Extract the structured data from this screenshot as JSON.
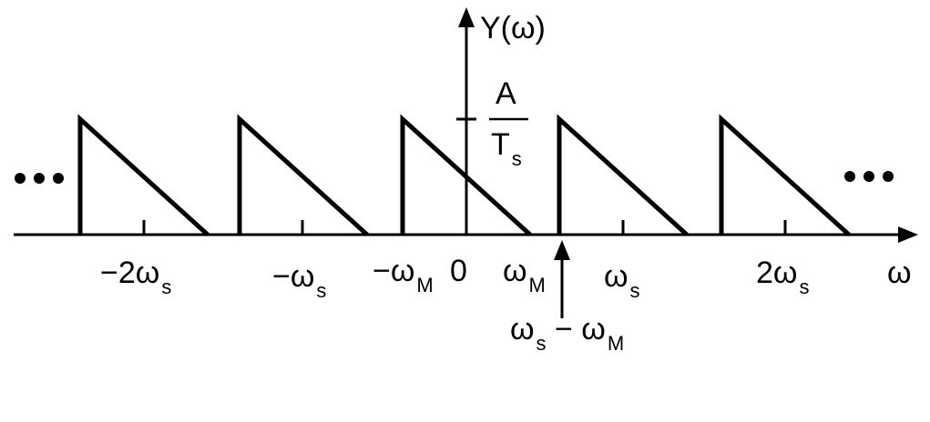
{
  "title": "Y(ω)",
  "amplitude": {
    "numerator": "A",
    "denominator_main": "T",
    "denominator_sub": "s"
  },
  "ellipsis": "•••",
  "axis_label": "ω",
  "labels": {
    "neg_2ws": {
      "main": "−2ω",
      "sub": "s"
    },
    "neg_ws": {
      "main": "−ω",
      "sub": "s"
    },
    "neg_wM": {
      "main": "−ω",
      "sub": "M"
    },
    "zero": {
      "main": "0"
    },
    "wM": {
      "main": "ω",
      "sub": "M"
    },
    "ws": {
      "main": "ω",
      "sub": "s"
    },
    "two_ws": {
      "main": "2ω",
      "sub": "s"
    },
    "ws_minus_wM": {
      "main1": "ω",
      "sub1": "s",
      "op": " − ",
      "main2": "ω",
      "sub2": "M"
    }
  }
}
